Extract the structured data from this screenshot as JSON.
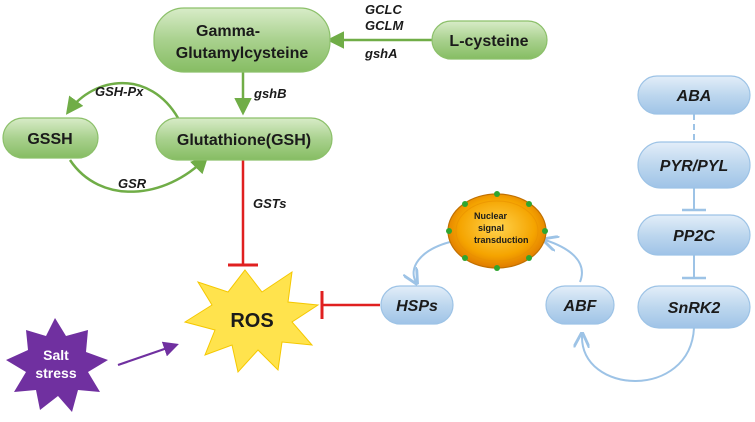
{
  "nodes": {
    "gamma_line1": "Gamma-",
    "gamma_line2": "Glutamylcysteine",
    "lcysteine": "L-cysteine",
    "gssh": "GSSH",
    "gsh": "Glutathione(GSH)",
    "ros": "ROS",
    "salt_line1": "Salt",
    "salt_line2": "stress",
    "hsps": "HSPs",
    "abf": "ABF",
    "aba": "ABA",
    "pyr": "PYR/PYL",
    "pp2c": "PP2C",
    "snrk2": "SnRK2",
    "nuclear_line1": "Nuclear",
    "nuclear_line2": "signal",
    "nuclear_line3": "transduction"
  },
  "labels": {
    "gclc": "GCLC",
    "gclm": "GCLM",
    "gsha": "gshA",
    "gshb": "gshB",
    "gshpx": "GSH-Px",
    "gsr": "GSR",
    "gsts": "GSTs"
  },
  "colors": {
    "green_fill": "#a9d18e",
    "green_stroke": "#70ad47",
    "blue_fill": "#bdd7ee",
    "blue_stroke": "#9dc3e6",
    "red": "#e02020",
    "purple": "#7030a0",
    "ros_fill": "#ffe34d",
    "nucleus_fill": "#f5a400"
  }
}
